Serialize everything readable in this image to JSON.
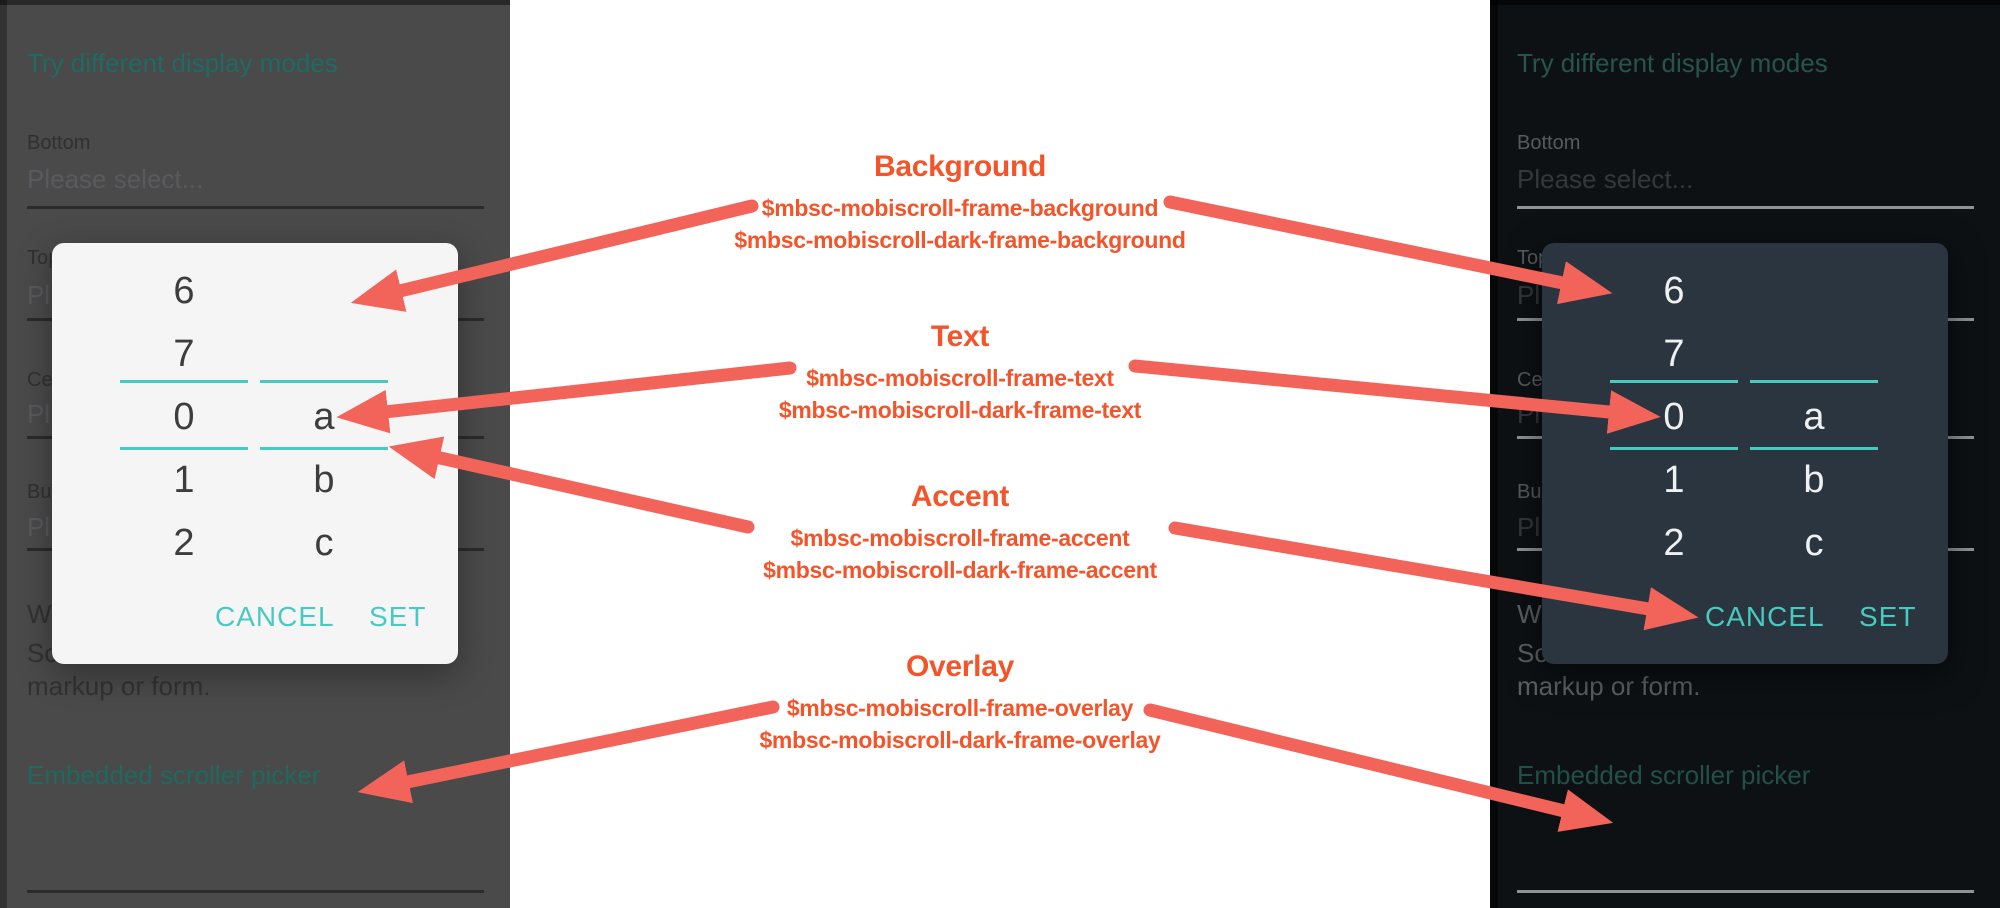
{
  "panels": {
    "display_modes_link": "Try different display modes",
    "bottom_label": "Bottom",
    "bottom_placeholder": "Please select...",
    "top_label": "Top",
    "center_label": "Ce",
    "bubble_label": "Bu",
    "covered_placeholder": "Pl",
    "paragraph_fragment_1": "W",
    "paragraph_fragment_2": "Sc",
    "paragraph_fragment_3": "markup or form.",
    "embedded_link": "Embedded scroller picker"
  },
  "picker": {
    "number_wheel": [
      "6",
      "7",
      "0",
      "1",
      "2"
    ],
    "letter_wheel": [
      "a",
      "b",
      "c"
    ],
    "selected_number": "0",
    "selected_letter": "a",
    "cancel_label": "CANCEL",
    "set_label": "SET"
  },
  "annotations": [
    {
      "title": "Background",
      "light_var": "$mbsc-mobiscroll-frame-background",
      "dark_var": "$mbsc-mobiscroll-dark-frame-background"
    },
    {
      "title": "Text",
      "light_var": "$mbsc-mobiscroll-frame-text",
      "dark_var": "$mbsc-mobiscroll-dark-frame-text"
    },
    {
      "title": "Accent",
      "light_var": "$mbsc-mobiscroll-frame-accent",
      "dark_var": "$mbsc-mobiscroll-dark-frame-accent"
    },
    {
      "title": "Overlay",
      "light_var": "$mbsc-mobiscroll-frame-overlay",
      "dark_var": "$mbsc-mobiscroll-dark-frame-overlay"
    }
  ],
  "colors": {
    "annotation_text": "#f4542a",
    "arrow": "#f2635a",
    "accent_teal": "#48cac1",
    "light_overlay_background": "#4a4a4a",
    "light_frame_background": "#f5f5f6",
    "light_frame_text": "#3d3d3d",
    "dark_overlay_background": "#0d1114",
    "dark_frame_background": "#2a3540",
    "dark_frame_text": "#eef0f1"
  }
}
